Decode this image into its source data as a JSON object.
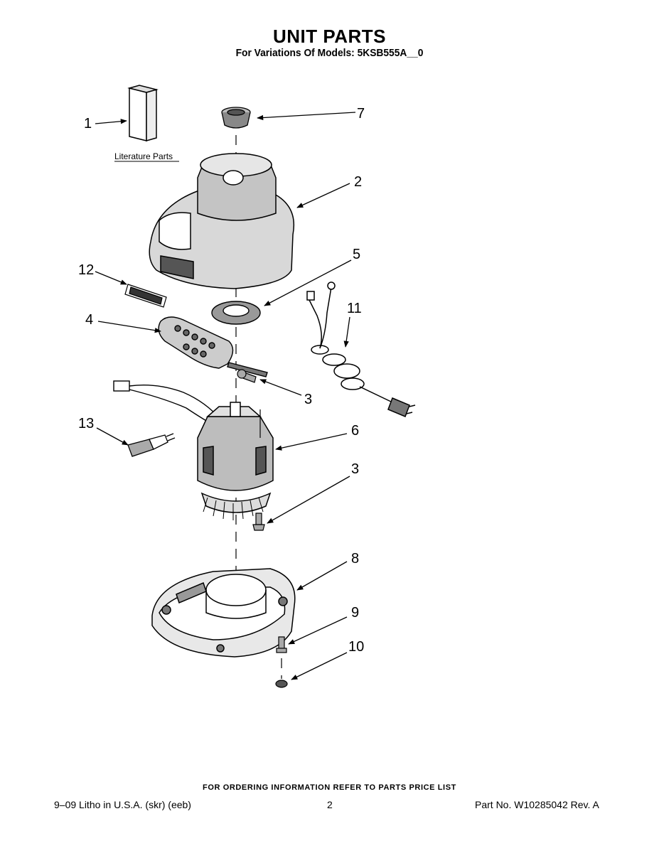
{
  "header": {
    "title": "UNIT PARTS",
    "subtitle": "For Variations Of Models: 5KSB555A__0"
  },
  "literature_label": "Literature Parts",
  "callouts": [
    "1",
    "7",
    "2",
    "5",
    "12",
    "11",
    "4",
    "3",
    "13",
    "6",
    "3",
    "8",
    "9",
    "10"
  ],
  "footer": {
    "ordering_note": "FOR ORDERING INFORMATION REFER TO PARTS PRICE LIST",
    "print_info": "9–09 Litho in U.S.A. (skr) (eeb)",
    "page_number": "2",
    "part_number": "Part No. W10285042 Rev. A"
  }
}
